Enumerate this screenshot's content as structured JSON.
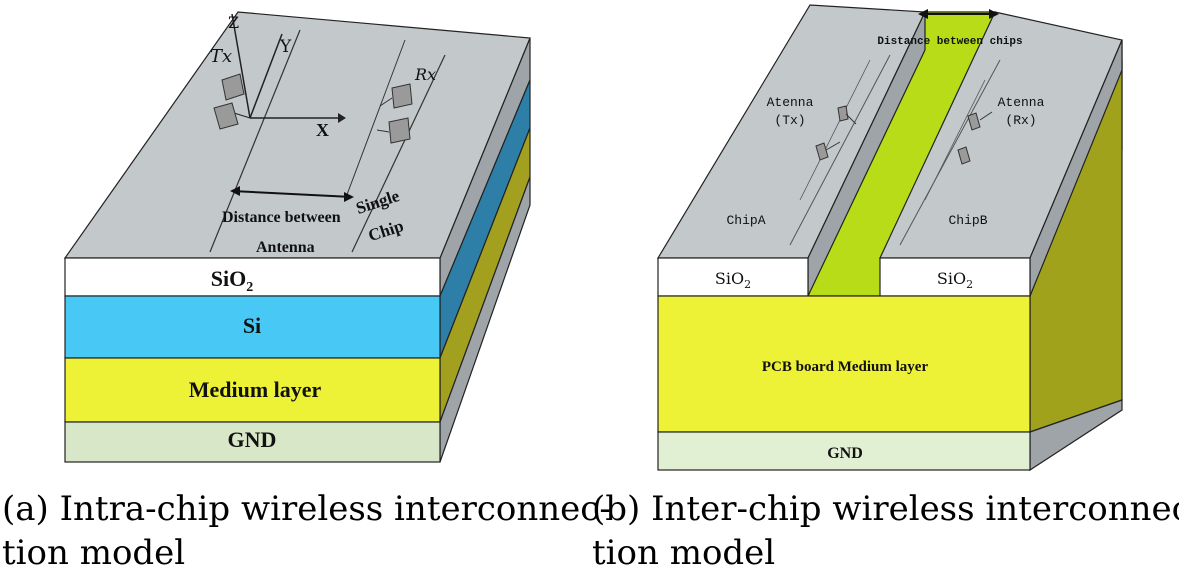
{
  "figure_a": {
    "labels": {
      "tx": "Tx",
      "rx": "Rx",
      "axis_x": "X",
      "axis_y": "Y",
      "axis_z": "Z",
      "single": "Single",
      "chip": "Chip",
      "distance_line1": "Distance between",
      "distance_line2": "Antenna"
    },
    "layers": {
      "sio2": "SiO",
      "sio2_sub": "2",
      "si": "Si",
      "medium": "Medium layer",
      "gnd": "GND"
    },
    "caption_line1": "(a) Intra-chip wireless interconnec-",
    "caption_line2": "tion model",
    "colors": {
      "top": "#c3c8cb",
      "sio2": "#ffffff",
      "si": "#48c8f5",
      "si_side": "#2d7fa8",
      "medium": "#eef236",
      "medium_side": "#a3a020",
      "gnd": "#d8e7c8",
      "side_gray": "#9ea4a8"
    }
  },
  "figure_b": {
    "labels": {
      "distance": "Distance between chips",
      "antenna_tx_1": "Atenna",
      "antenna_tx_2": "(Tx)",
      "antenna_rx_1": "Atenna",
      "antenna_rx_2": "(Rx)",
      "chip_a": "ChipA",
      "chip_b": "ChipB"
    },
    "layers": {
      "sio2_left": "SiO",
      "sio2_right": "SiO",
      "sio2_sub": "2",
      "pcb": "PCB board Medium layer",
      "gnd": "GND"
    },
    "caption_line1": "(b) Inter-chip wireless interconnec-",
    "caption_line2": "tion model",
    "colors": {
      "top": "#c3c8cb",
      "gap": "#b8dc18",
      "pcb": "#eef236",
      "pcb_side": "#a0a21c",
      "gnd": "#e1f0d3"
    }
  }
}
